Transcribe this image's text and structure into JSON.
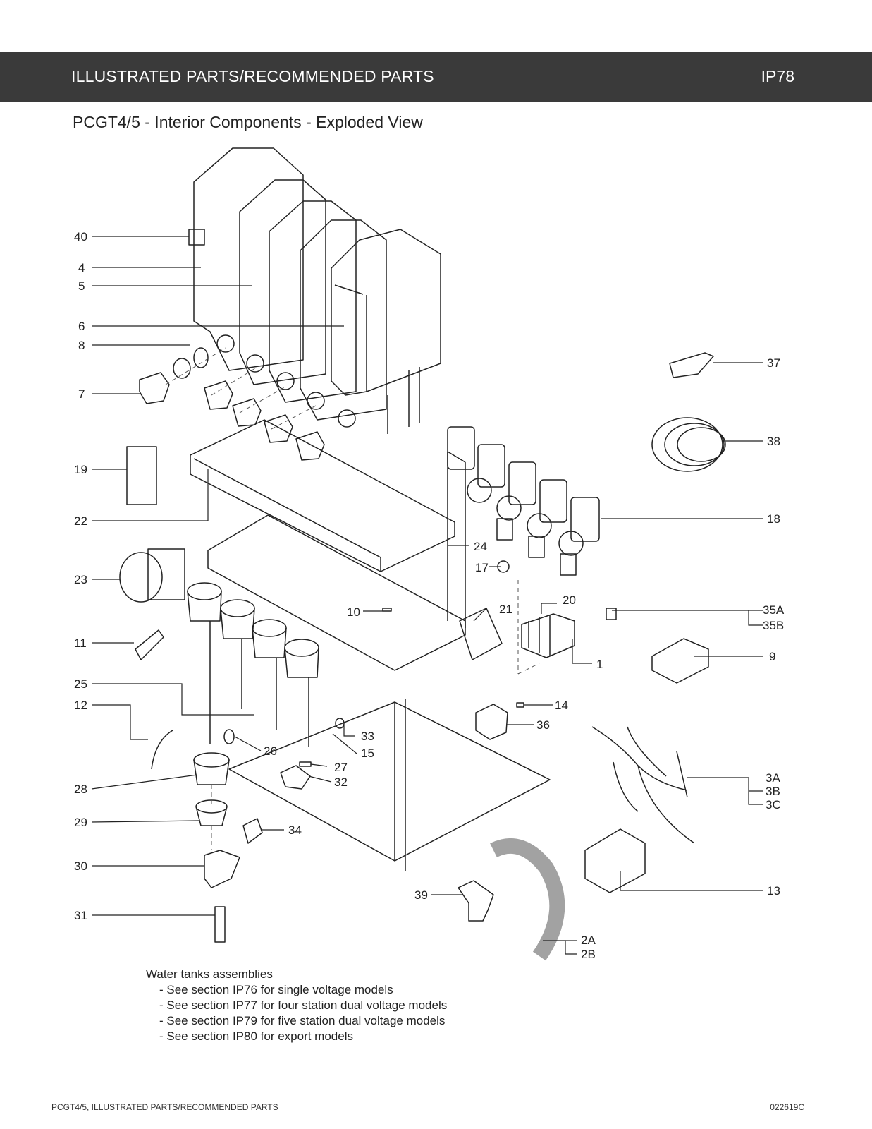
{
  "header": {
    "title": "ILLUSTRATED PARTS/RECOMMENDED PARTS",
    "code": "IP78"
  },
  "subtitle": "PCGT4/5 - Interior Components - Exploded View",
  "callouts": {
    "c40": "40",
    "c4": "4",
    "c5": "5",
    "c6": "6",
    "c8": "8",
    "c7": "7",
    "c19": "19",
    "c22": "22",
    "c23": "23",
    "c11": "11",
    "c25": "25",
    "c12": "12",
    "c28": "28",
    "c29": "29",
    "c30": "30",
    "c31": "31",
    "c37": "37",
    "c38": "38",
    "c18": "18",
    "c24": "24",
    "c17": "17",
    "c10": "10",
    "c21": "21",
    "c20": "20",
    "c35a": "35A",
    "c35b": "35B",
    "c9": "9",
    "c1": "1",
    "c14": "14",
    "c36": "36",
    "c33": "33",
    "c15": "15",
    "c26": "26",
    "c27": "27",
    "c32": "32",
    "c34": "34",
    "c3a": "3A",
    "c3b": "3B",
    "c3c": "3C",
    "c13": "13",
    "c39": "39",
    "c2a": "2A",
    "c2b": "2B"
  },
  "notes": {
    "heading": "Water tanks assemblies",
    "items": [
      "- See section IP76 for single voltage models",
      "- See section IP77 for four station dual voltage models",
      "- See section IP79 for five station dual voltage models",
      "- See section IP80 for export models"
    ]
  },
  "footer": {
    "left": "PCGT4/5, ILLUSTRATED PARTS/RECOMMENDED PARTS",
    "right": "022619C"
  }
}
